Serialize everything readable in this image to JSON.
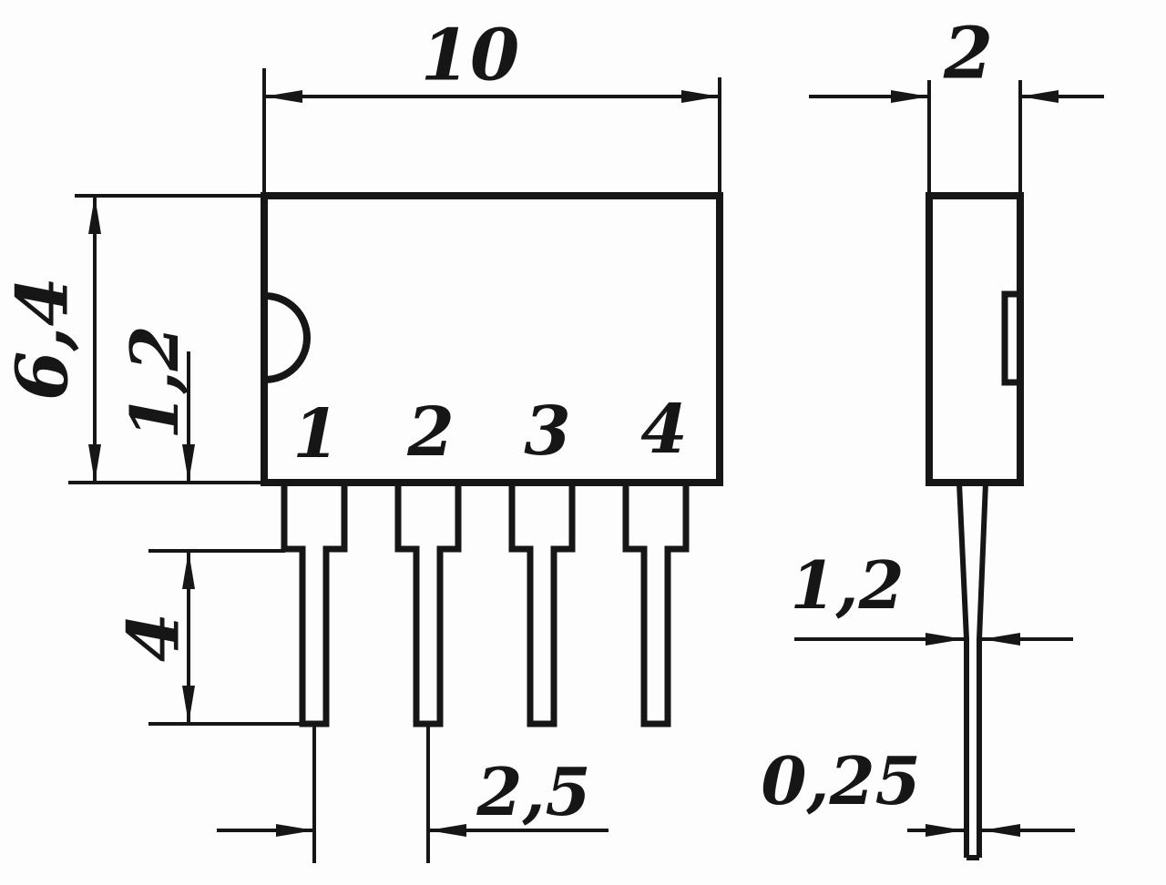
{
  "drawing": {
    "kind": "component-package-outline-drawing",
    "views": [
      "front",
      "side"
    ],
    "colors": {
      "ink": "#161616",
      "paper": "#fdfdfd"
    }
  },
  "front_view": {
    "width_label": "10",
    "height_label": "6,4",
    "shoulder_label": "1,2",
    "lead_length_label": "4",
    "pitch_label": "2,5",
    "pin_numbers": [
      "1",
      "2",
      "3",
      "4"
    ]
  },
  "side_view": {
    "thickness_label": "2",
    "lead_width_label": "1,2",
    "lead_thickness_label": "0,25"
  }
}
